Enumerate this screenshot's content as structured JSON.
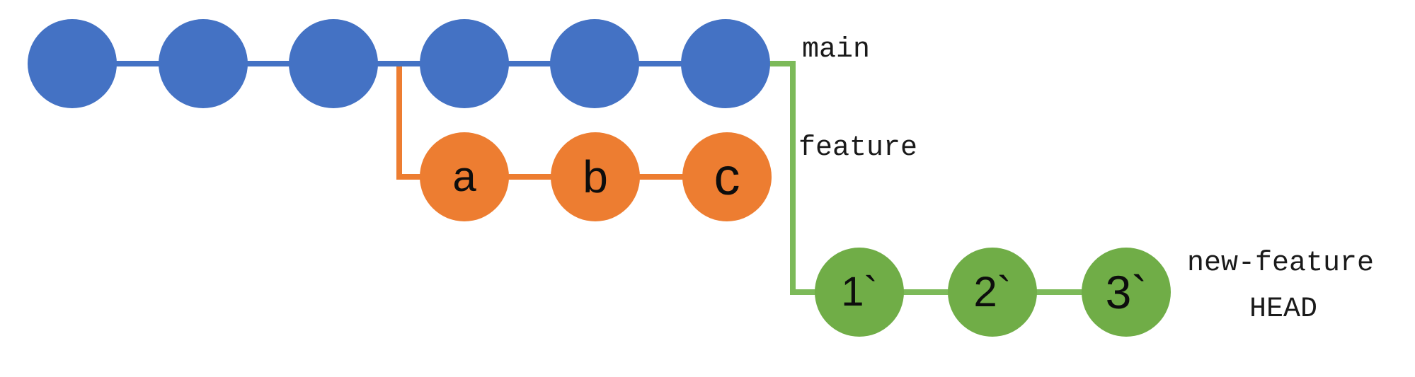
{
  "diagram": {
    "background_color": "#ffffff",
    "label_text_color": "#1a1a1a",
    "node_text_color": "#0d0d0d",
    "branches": {
      "main": {
        "label": "main",
        "color": "#4472C4",
        "commit_count": 6,
        "commits": [
          "",
          "",
          "",
          "",
          "",
          ""
        ]
      },
      "feature": {
        "label": "feature",
        "color": "#ED7D31",
        "commit_count": 3,
        "commits": [
          "a",
          "b",
          "c"
        ]
      },
      "new_feature": {
        "label": "new-feature",
        "head_label": "HEAD",
        "color": "#70AD47",
        "line_color": "#7CBA59",
        "commit_count": 3,
        "commits": [
          "1`",
          "2`",
          "3`"
        ]
      }
    }
  }
}
